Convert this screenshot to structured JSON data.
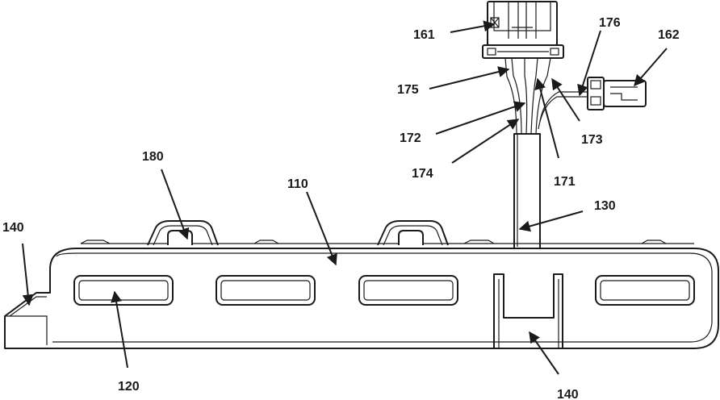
{
  "labels": {
    "l161": "161",
    "l176": "176",
    "l162": "162",
    "l175": "175",
    "l172": "172",
    "l173": "173",
    "l174": "174",
    "l171": "171",
    "l180": "180",
    "l110": "110",
    "l130": "130",
    "l140_left": "140",
    "l140_bottom": "140",
    "l120": "120"
  }
}
